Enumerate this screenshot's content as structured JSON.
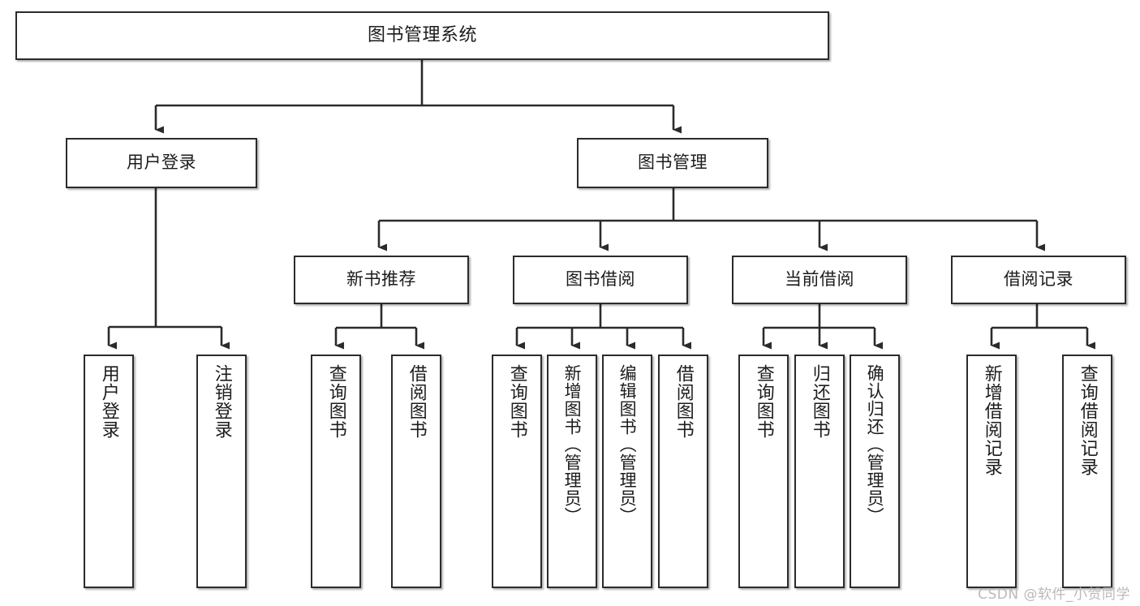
{
  "diagram": {
    "title": "图书管理系统",
    "type": "hierarchy-tree",
    "stroke_color": "#2b2b2b",
    "fill_color": "#ffffff",
    "text_color": "#1c1c1c",
    "levels": [
      {
        "level": 0,
        "nodes": [
          {
            "id": "root",
            "label": "图书管理系统"
          }
        ]
      },
      {
        "level": 1,
        "nodes": [
          {
            "id": "login",
            "label": "用户登录"
          },
          {
            "id": "bookmgmt",
            "label": "图书管理"
          }
        ]
      },
      {
        "level": 2,
        "nodes": [
          {
            "id": "newbook",
            "label": "新书推荐"
          },
          {
            "id": "borrow",
            "label": "图书借阅"
          },
          {
            "id": "current",
            "label": "当前借阅"
          },
          {
            "id": "records",
            "label": "借阅记录"
          }
        ]
      },
      {
        "level": 3,
        "nodes": [
          {
            "id": "leaf1",
            "label": "用户登录",
            "parent": "login"
          },
          {
            "id": "leaf2",
            "label": "注销登录",
            "parent": "login"
          },
          {
            "id": "leaf3",
            "label": "查询图书",
            "parent": "newbook"
          },
          {
            "id": "leaf4",
            "label": "借阅图书",
            "parent": "newbook"
          },
          {
            "id": "leaf5",
            "label": "查询图书",
            "parent": "borrow"
          },
          {
            "id": "leaf6",
            "label": "新增图书（管理员）",
            "parent": "borrow"
          },
          {
            "id": "leaf7",
            "label": "编辑图书（管理员）",
            "parent": "borrow"
          },
          {
            "id": "leaf8",
            "label": "借阅图书",
            "parent": "borrow"
          },
          {
            "id": "leaf9",
            "label": "查询图书",
            "parent": "current"
          },
          {
            "id": "leaf10",
            "label": "归还图书",
            "parent": "current"
          },
          {
            "id": "leaf11",
            "label": "确认归还（管理员）",
            "parent": "current"
          },
          {
            "id": "leaf12",
            "label": "新增借阅记录",
            "parent": "records"
          },
          {
            "id": "leaf13",
            "label": "查询借阅记录",
            "parent": "records"
          }
        ]
      }
    ]
  },
  "watermark": {
    "text": "CSDN @软件_小贺同学"
  }
}
